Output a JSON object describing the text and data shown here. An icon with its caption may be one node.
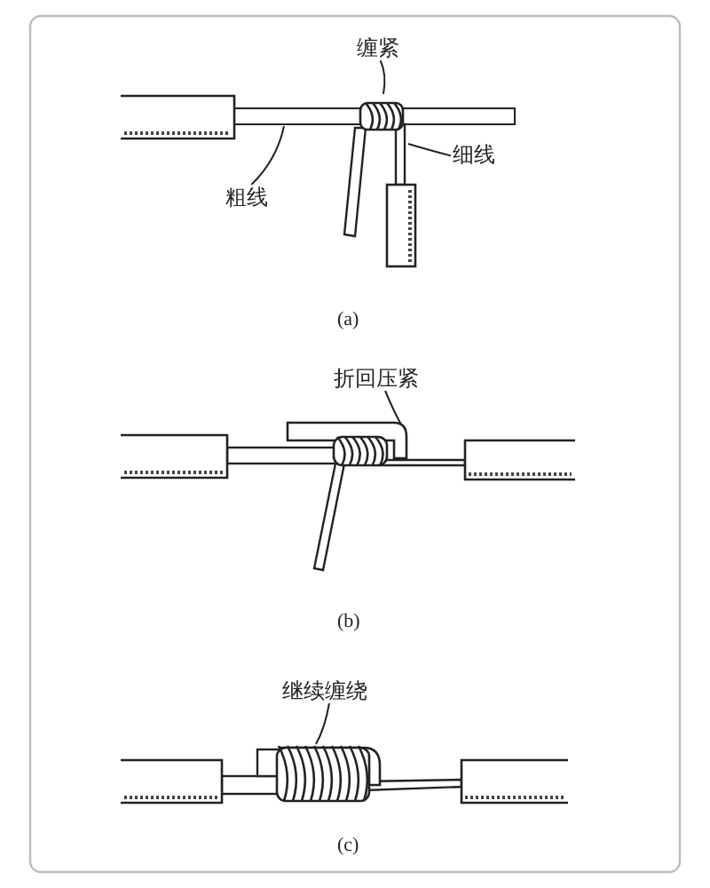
{
  "diagram": {
    "nodes": [
      {
        "text": [
          "缠紧"
        ]
      },
      {
        "text": [
          "细线"
        ]
      },
      {
        "text": [
          "粗线"
        ]
      },
      {
        "text": [
          "折回压紧"
        ]
      },
      {
        "text": [
          "继续缠绕"
        ]
      }
    ],
    "edges": [
      {
        "from": 0,
        "to": null,
        "arrow": "none"
      },
      {
        "from": 1,
        "to": null,
        "arrow": "none"
      },
      {
        "from": 2,
        "to": null,
        "arrow": "none"
      },
      {
        "from": 3,
        "to": null,
        "arrow": "none"
      },
      {
        "from": 4,
        "to": null,
        "arrow": "none"
      }
    ],
    "labels": [
      "(a)",
      "(b)",
      "(c)"
    ]
  }
}
